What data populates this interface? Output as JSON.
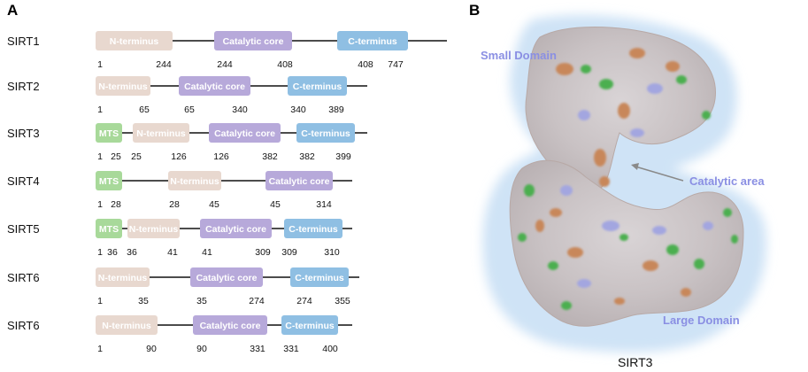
{
  "panels": {
    "a": "A",
    "b": "B"
  },
  "colors": {
    "n_terminus": "#e8d8cf",
    "catalytic_core": "#b7a9da",
    "c_terminus": "#8fbfe3",
    "mts": "#a8d99a",
    "backbone": "#111111",
    "domain_text": "#8a8fe3",
    "shadow": "#cfe3f6"
  },
  "proteins": [
    {
      "name": "SIRT1",
      "segments": [
        {
          "label": "N-terminus",
          "type": "n_terminus"
        },
        {
          "label": "Catalytic core",
          "type": "catalytic_core"
        },
        {
          "label": "C-terminus",
          "type": "c_terminus"
        }
      ],
      "positions": [
        "1",
        "244",
        "244",
        "408",
        "408",
        "747"
      ]
    },
    {
      "name": "SIRT2",
      "segments": [
        {
          "label": "N-terminus",
          "type": "n_terminus"
        },
        {
          "label": "Catalytic core",
          "type": "catalytic_core"
        },
        {
          "label": "C-terminus",
          "type": "c_terminus"
        }
      ],
      "positions": [
        "1",
        "65",
        "65",
        "340",
        "340",
        "389"
      ]
    },
    {
      "name": "SIRT3",
      "segments": [
        {
          "label": "MTS",
          "type": "mts"
        },
        {
          "label": "N-terminus",
          "type": "n_terminus"
        },
        {
          "label": "Catalytic core",
          "type": "catalytic_core"
        },
        {
          "label": "C-terminus",
          "type": "c_terminus"
        }
      ],
      "positions": [
        "1",
        "25",
        "25",
        "126",
        "126",
        "382",
        "382",
        "399"
      ]
    },
    {
      "name": "SIRT4",
      "segments": [
        {
          "label": "MTS",
          "type": "mts"
        },
        {
          "label": "N-terminus",
          "type": "n_terminus"
        },
        {
          "label": "Catalytic core",
          "type": "catalytic_core"
        }
      ],
      "positions": [
        "1",
        "28",
        "28",
        "45",
        "45",
        "314"
      ]
    },
    {
      "name": "SIRT5",
      "segments": [
        {
          "label": "MTS",
          "type": "mts"
        },
        {
          "label": "N-terminus",
          "type": "n_terminus"
        },
        {
          "label": "Catalytic core",
          "type": "catalytic_core"
        },
        {
          "label": "C-terminus",
          "type": "c_terminus"
        }
      ],
      "positions": [
        "1",
        "36",
        "36",
        "41",
        "41",
        "309",
        "309",
        "310"
      ]
    },
    {
      "name": "SIRT6",
      "segments": [
        {
          "label": "N-terminus",
          "type": "n_terminus"
        },
        {
          "label": "Catalytic core",
          "type": "catalytic_core"
        },
        {
          "label": "C-terminus",
          "type": "c_terminus"
        }
      ],
      "positions": [
        "1",
        "35",
        "35",
        "274",
        "274",
        "355"
      ]
    },
    {
      "name": "SIRT6",
      "segments": [
        {
          "label": "N-terminus",
          "type": "n_terminus"
        },
        {
          "label": "Catalytic core",
          "type": "catalytic_core"
        },
        {
          "label": "C-terminus",
          "type": "c_terminus"
        }
      ],
      "positions": [
        "1",
        "90",
        "90",
        "331",
        "331",
        "400"
      ]
    }
  ],
  "structure": {
    "small_domain": "Small Domain",
    "catalytic_area": "Catalytic area",
    "large_domain": "Large Domain",
    "caption": "SIRT3"
  }
}
